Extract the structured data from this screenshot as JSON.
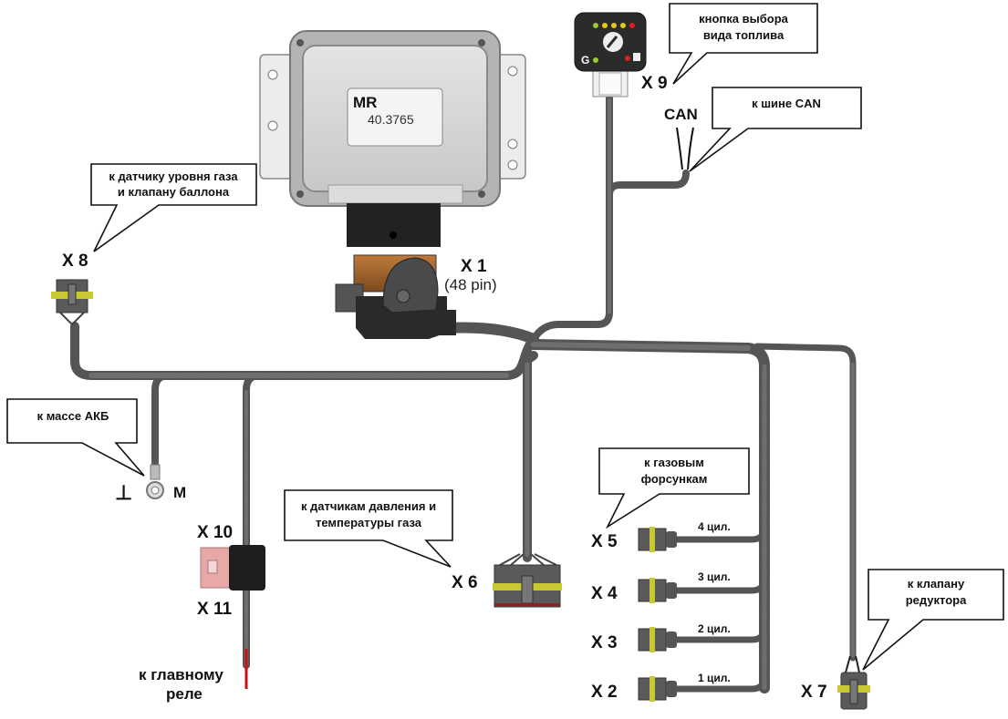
{
  "ecu": {
    "brand": "MR",
    "model": "40.3765"
  },
  "connectors": {
    "x1": {
      "label": "X 1",
      "pins": "(48 pin)"
    },
    "x2": {
      "label": "X 2",
      "wire": "1 цил."
    },
    "x3": {
      "label": "X 3",
      "wire": "2 цил."
    },
    "x4": {
      "label": "X 4",
      "wire": "3 цил."
    },
    "x5": {
      "label": "X 5",
      "wire": "4 цил."
    },
    "x6": {
      "label": "X 6"
    },
    "x7": {
      "label": "X 7"
    },
    "x8": {
      "label": "X 8"
    },
    "x9": {
      "label": "X 9"
    },
    "x10": {
      "label": "X 10"
    },
    "x11": {
      "label": "X 11"
    }
  },
  "labels": {
    "can": "CAN",
    "ground_symbol": "⊥",
    "ground_mark": "M",
    "main_relay_line1": "к главному",
    "main_relay_line2": "реле"
  },
  "callouts": {
    "fuel_switch": {
      "line1": "кнопка выбора",
      "line2": "вида топлива"
    },
    "can_bus": {
      "line1": "к шине CAN"
    },
    "gas_level": {
      "line1": "к датчику уровня газа",
      "line2": "и клапану баллона"
    },
    "battery_ground": {
      "line1": "к массе АКБ"
    },
    "pressure_temp": {
      "line1": "к датчикам давления и",
      "line2": "температуры газа"
    },
    "injectors": {
      "line1": "к газовым",
      "line2": "форсункам"
    },
    "reducer_valve": {
      "line1": "к клапану",
      "line2": "редуктора"
    }
  },
  "switch_panel": {
    "leds": [
      "#9acd32",
      "#e6c619",
      "#e6c619",
      "#e6c619",
      "#e02020"
    ],
    "gas_letter": "G",
    "gas_led": "#9acd32",
    "lock_led": "#e02020"
  },
  "colors": {
    "harness": "#555555",
    "relay_wire": "#cc1111",
    "connector_body": "#5a5a5a",
    "connector_seal": "#c8c832",
    "fuse_holder": "#e8a8a8"
  }
}
